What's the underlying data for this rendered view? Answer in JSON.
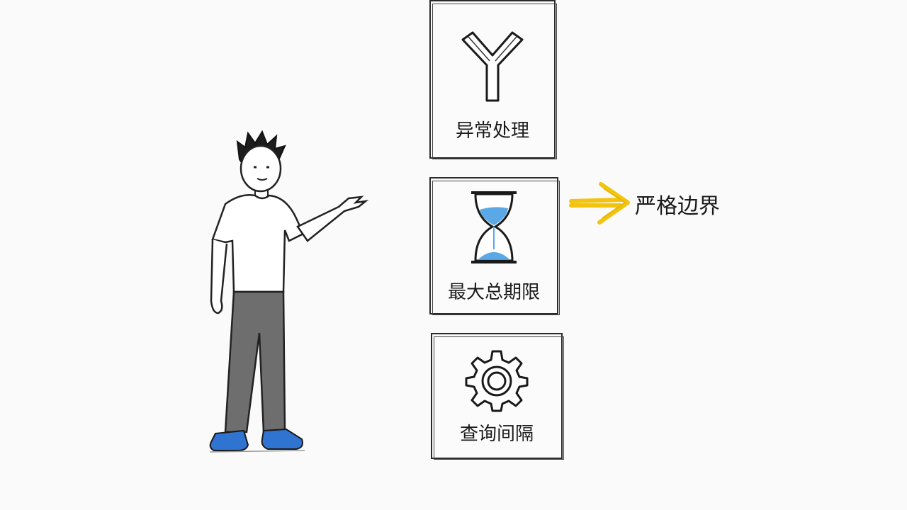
{
  "cards": [
    {
      "label": "异常处理",
      "icon": "branch-icon"
    },
    {
      "label": "最大总期限",
      "icon": "hourglass-icon"
    },
    {
      "label": "查询间隔",
      "icon": "gear-icon"
    }
  ],
  "callout": {
    "label": "严格边界",
    "arrow": "right-arrow-icon"
  },
  "colors": {
    "accent_yellow": "#f2c40f",
    "sand_blue": "#5aa9e6",
    "pants_gray": "#6e6e6e",
    "shoe_blue": "#2f74d0"
  }
}
